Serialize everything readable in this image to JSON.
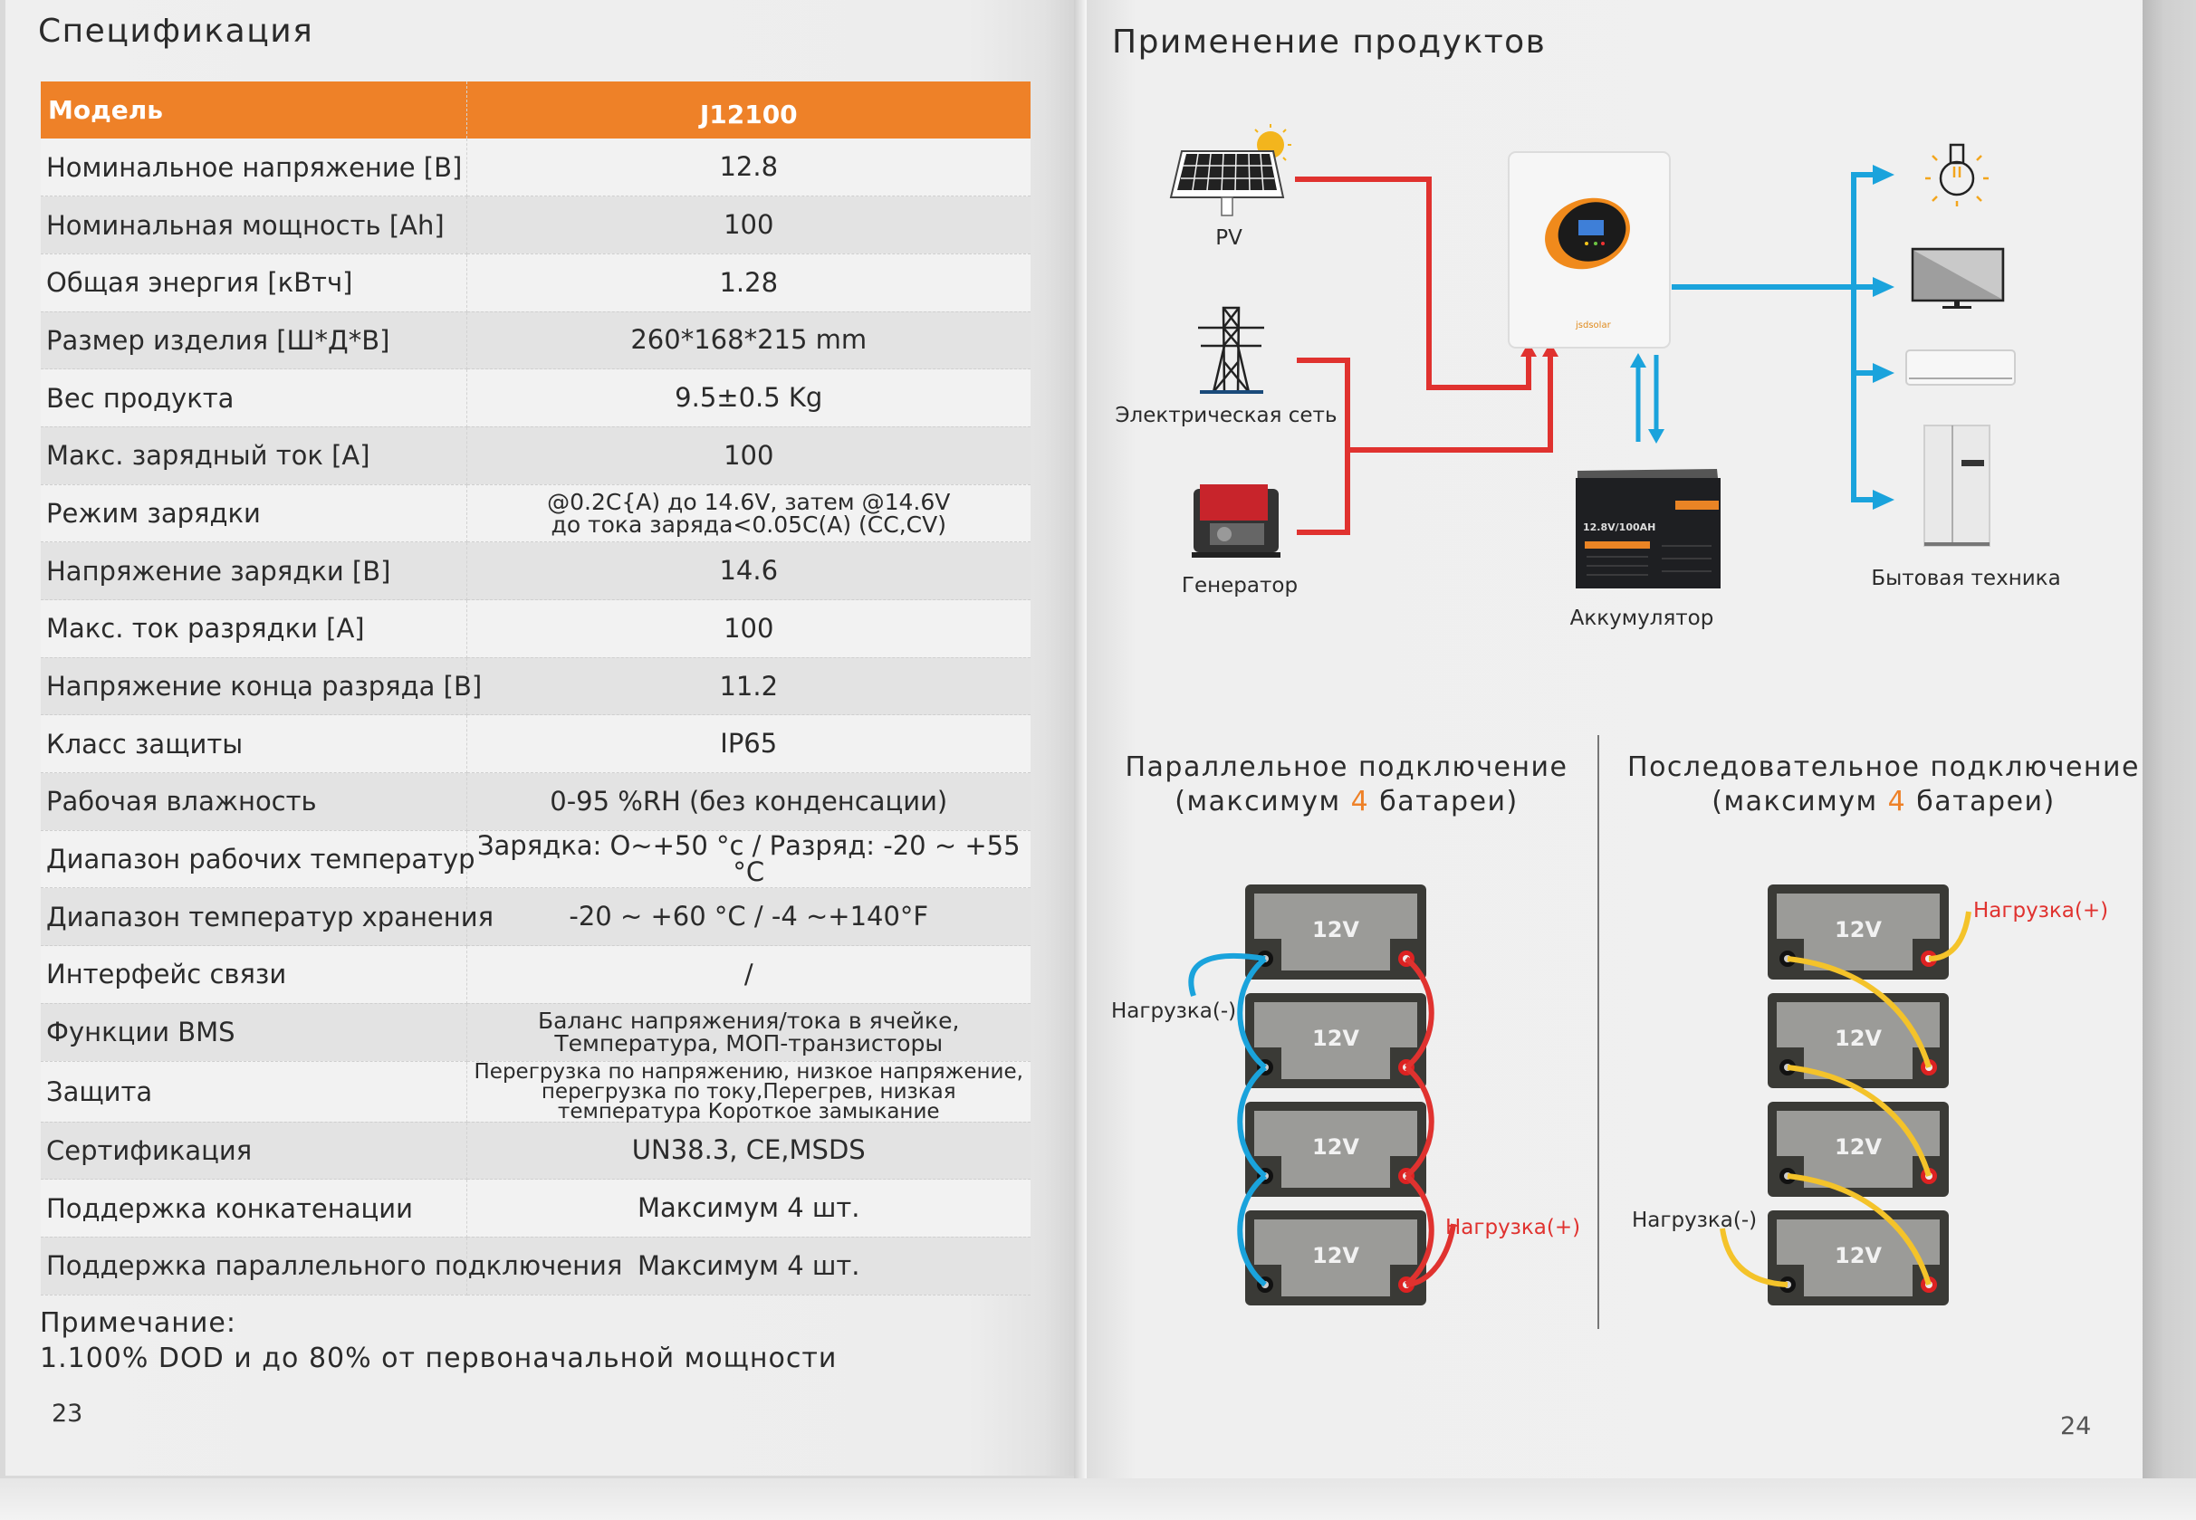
{
  "left_page": {
    "title": "Спецификация",
    "table": {
      "header": {
        "label": "Модель",
        "value": "J12100"
      },
      "rows": [
        {
          "label": "Номинальное напряжение [В]",
          "value": "12.8"
        },
        {
          "label": "Номинальная мощность [Ah]",
          "value": "100"
        },
        {
          "label": "Общая энергия [кВтч]",
          "value": "1.28"
        },
        {
          "label": "Размер изделия [Ш*Д*В]",
          "value": "260*168*215 mm"
        },
        {
          "label": "Вес продукта",
          "value": "9.5±0.5 Kg"
        },
        {
          "label": "Макс. зарядный ток [A]",
          "value": "100"
        },
        {
          "label": "Режим зарядки",
          "value_lines": [
            "@0.2C{A) до 14.6V, затем @14.6V",
            "до тока заряда<0.05C(A) (CC,CV)"
          ]
        },
        {
          "label": "Напряжение зарядки [В]",
          "value": "14.6"
        },
        {
          "label": "Макс. ток разрядки [A]",
          "value": "100"
        },
        {
          "label": "Напряжение конца разряда [В]",
          "value": "11.2"
        },
        {
          "label": "Класс защиты",
          "value": "IP65"
        },
        {
          "label": "Рабочая влажность",
          "value": "0-95 %RH (без конденсации)"
        },
        {
          "label": "Диапазон рабочих температур",
          "value": "Зарядка: O~+50 °c / Разряд: -20 ~ +55 °C"
        },
        {
          "label": "Диапазон температур хранения",
          "value": "-20 ~ +60 °C / -4 ~+140°F"
        },
        {
          "label": "Интерфейс связи",
          "value": "/"
        },
        {
          "label": "Функции BMS",
          "value_lines": [
            "Баланс напряжения/тока в ячейке,",
            "Температура, МОП-транзисторы"
          ]
        },
        {
          "label": "Защита",
          "value_lines": [
            "Перегрузка по напряжению, низкое напряжение,",
            "перегрузка по току,Перегрев, низкая",
            "температура Короткое замыкание"
          ]
        },
        {
          "label": "Сертификация",
          "value": "UN38.3, CE,MSDS"
        },
        {
          "label": "Поддержка конкатенации",
          "value": "Максимум 4 шт."
        },
        {
          "label": "Поддержка параллельного подключения",
          "value": "Максимум 4 шт."
        }
      ]
    },
    "note_label": "Примечание:",
    "note_text": "1.100% DOD и до 80% от первоначальной мощности",
    "page_number": "23"
  },
  "right_page": {
    "title": "Применение продуктов",
    "application_diagram": {
      "sources": [
        {
          "label": "PV",
          "icon": "solar-panel-icon"
        },
        {
          "label": "Электрическая сеть",
          "icon": "power-tower-icon"
        },
        {
          "label": "Генератор",
          "icon": "generator-icon"
        }
      ],
      "inverter": {
        "icon": "inverter-icon"
      },
      "battery": {
        "label": "Аккумулятор",
        "icon": "battery-icon",
        "printed_text": "12.8V/100AH"
      },
      "loads": {
        "label": "Бытовая техника",
        "items": [
          {
            "icon": "light-bulb-icon"
          },
          {
            "icon": "tv-icon"
          },
          {
            "icon": "air-conditioner-icon"
          },
          {
            "icon": "refrigerator-icon"
          }
        ]
      }
    },
    "parallel": {
      "title_line1": "Параллельное подключение",
      "title_pre": "(максимум ",
      "title_num": "4",
      "title_post": " батареи)",
      "battery_label": "12V",
      "load_minus": "Нагрузка(-)",
      "load_plus": "Нагрузка(+)"
    },
    "series": {
      "title_line1": "Последовательное подключение",
      "title_pre": "(максимум ",
      "title_num": "4",
      "title_post": " батареи)",
      "battery_label": "12V",
      "load_minus": "Нагрузка(-)",
      "load_plus": "Нагрузка(+)"
    },
    "page_number": "24",
    "colors": {
      "accent_orange": "#ee8128",
      "wire_red": "#e0322f",
      "wire_blue": "#1aa3dc",
      "wire_yellow": "#f4c32a"
    }
  }
}
